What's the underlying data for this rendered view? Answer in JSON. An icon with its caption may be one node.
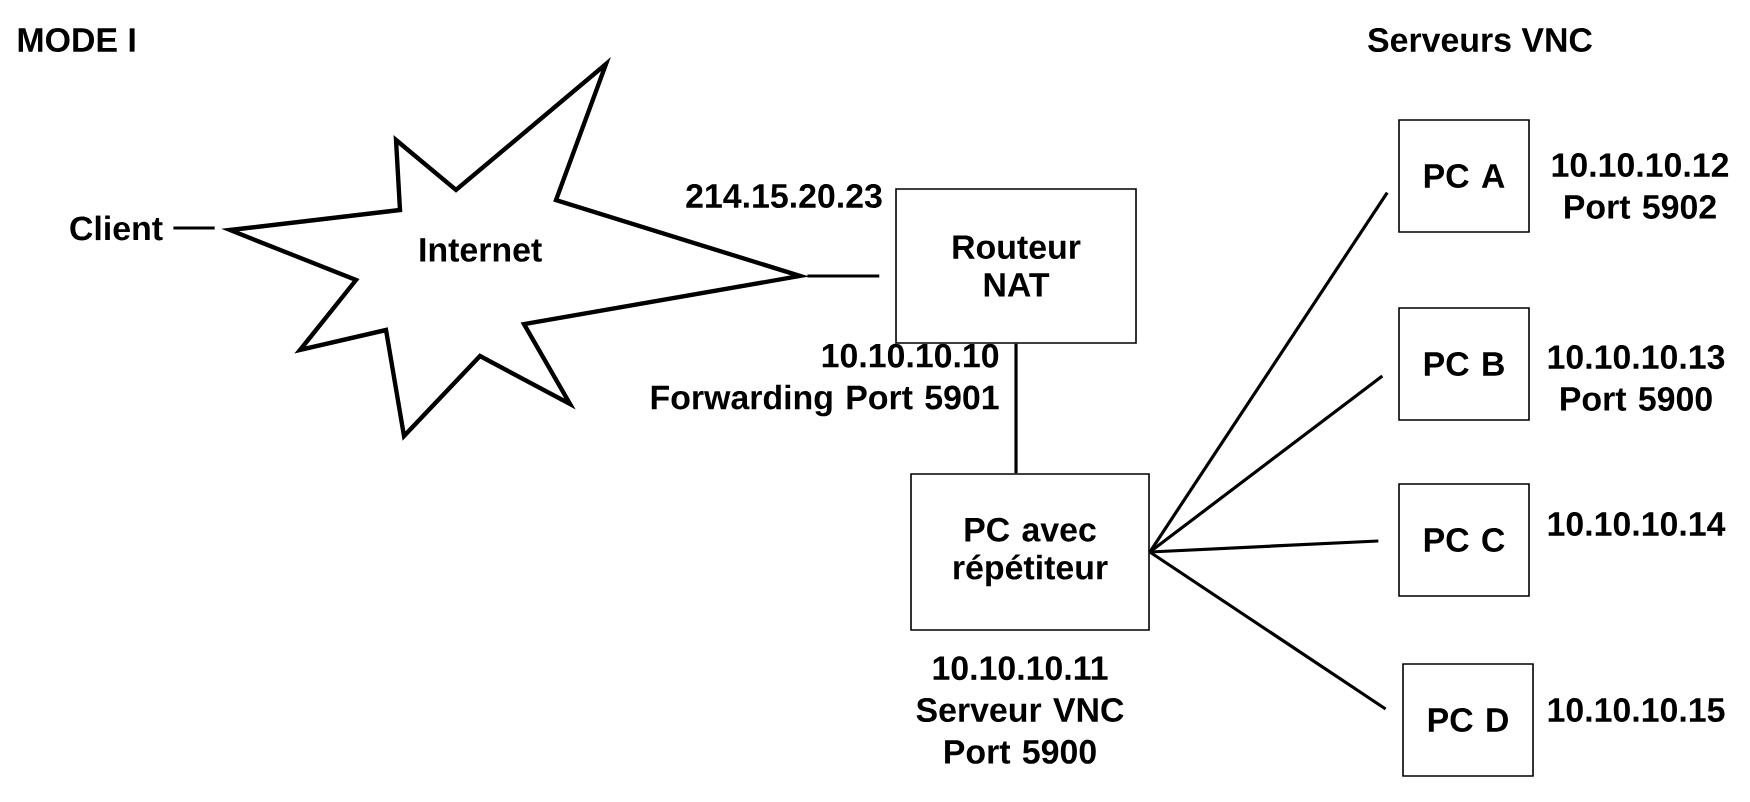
{
  "diagram": {
    "nodes": [
      {
        "text": [
          "Client"
        ]
      },
      {
        "text": [
          "Internet"
        ]
      },
      {
        "text": [
          "Routeur NAT"
        ],
        "beside": [
          "214.15.20.23",
          "10.10.10.10 Forwarding Port 5901"
        ]
      },
      {
        "text": [
          "PC avec répétiteur"
        ],
        "beside": [
          "10.10.10.11 Serveur VNC Port 5900"
        ]
      },
      {
        "text": [
          "PC A"
        ],
        "beside": [
          "10.10.10.12 Port 5902"
        ]
      },
      {
        "text": [
          "PC B"
        ],
        "beside": [
          "10.10.10.13 Port 5900"
        ]
      },
      {
        "text": [
          "PC C"
        ],
        "beside": [
          "10.10.10.14"
        ]
      },
      {
        "text": [
          "PC D"
        ],
        "beside": [
          "10.10.10.15"
        ]
      }
    ],
    "edges": [
      {
        "from": 0,
        "to": 1,
        "arrow": "none"
      },
      {
        "from": 1,
        "to": 2,
        "arrow": "none"
      },
      {
        "from": 2,
        "to": 3,
        "arrow": "none"
      },
      {
        "from": 3,
        "to": 4,
        "arrow": "none"
      },
      {
        "from": 3,
        "to": 5,
        "arrow": "none"
      },
      {
        "from": 3,
        "to": 6,
        "arrow": "none"
      },
      {
        "from": 3,
        "to": 7,
        "arrow": "none"
      }
    ],
    "labels": [
      "MODE I",
      "Serveurs VNC"
    ]
  }
}
